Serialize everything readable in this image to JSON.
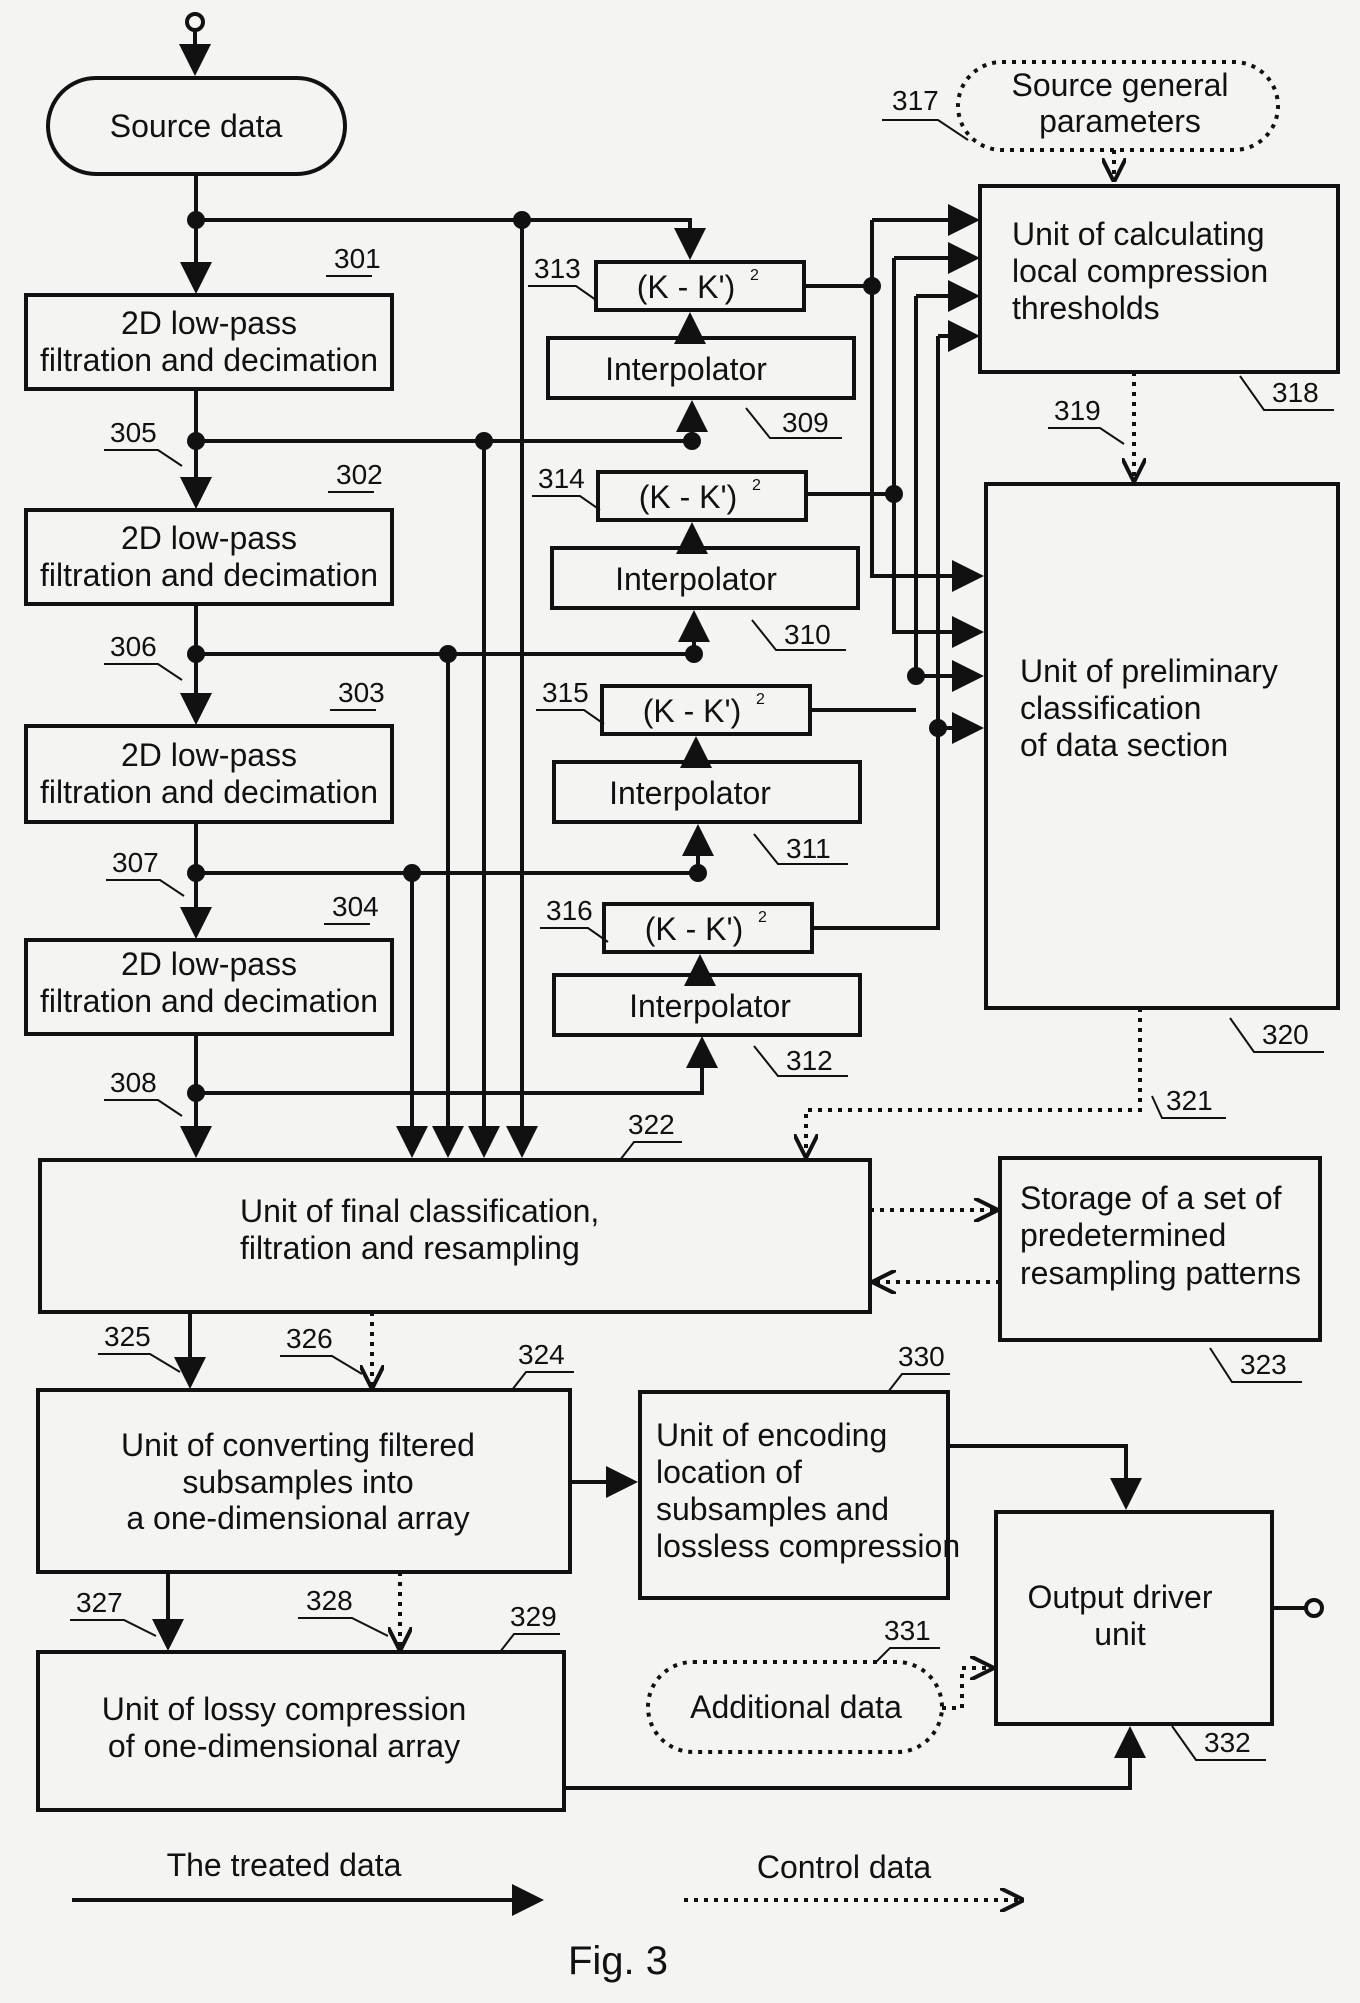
{
  "labels": {
    "source_data": "Source data",
    "source_general_1": "Source general",
    "source_general_2": "parameters",
    "lowpass_1": "2D low-pass",
    "lowpass_2": "filtration and decimation",
    "diff": "(K - K')",
    "diff_power": "2",
    "interpolator": "Interpolator",
    "thresholds_1": "Unit of calculating",
    "thresholds_2": "local compression",
    "thresholds_3": "thresholds",
    "prelim_1": "Unit of preliminary",
    "prelim_2": "classification",
    "prelim_3": "of data section",
    "final_1": "Unit of final classification,",
    "final_2": "filtration and resampling",
    "storage_1": "Storage of a set of",
    "storage_2": "predetermined",
    "storage_3": "resampling patterns",
    "convert_1": "Unit of converting filtered",
    "convert_2": "subsamples into",
    "convert_3": "a one-dimensional array",
    "encode_1": "Unit of encoding",
    "encode_2": "location of",
    "encode_3": "subsamples and",
    "encode_4": "lossless compression",
    "lossy_1": "Unit of lossy compression",
    "lossy_2": "of one-dimensional array",
    "additional": "Additional data",
    "output_1": "Output driver",
    "output_2": "unit",
    "legend_treated": "The treated data",
    "legend_control": "Control data",
    "caption": "Fig. 3"
  },
  "refs": {
    "r301": "301",
    "r302": "302",
    "r303": "303",
    "r304": "304",
    "r305": "305",
    "r306": "306",
    "r307": "307",
    "r308": "308",
    "r309": "309",
    "r310": "310",
    "r311": "311",
    "r312": "312",
    "r313": "313",
    "r314": "314",
    "r315": "315",
    "r316": "316",
    "r317": "317",
    "r318": "318",
    "r319": "319",
    "r320": "320",
    "r321": "321",
    "r322": "322",
    "r323": "323",
    "r324": "324",
    "r325": "325",
    "r326": "326",
    "r327": "327",
    "r328": "328",
    "r329": "329",
    "r330": "330",
    "r331": "331",
    "r332": "332"
  }
}
